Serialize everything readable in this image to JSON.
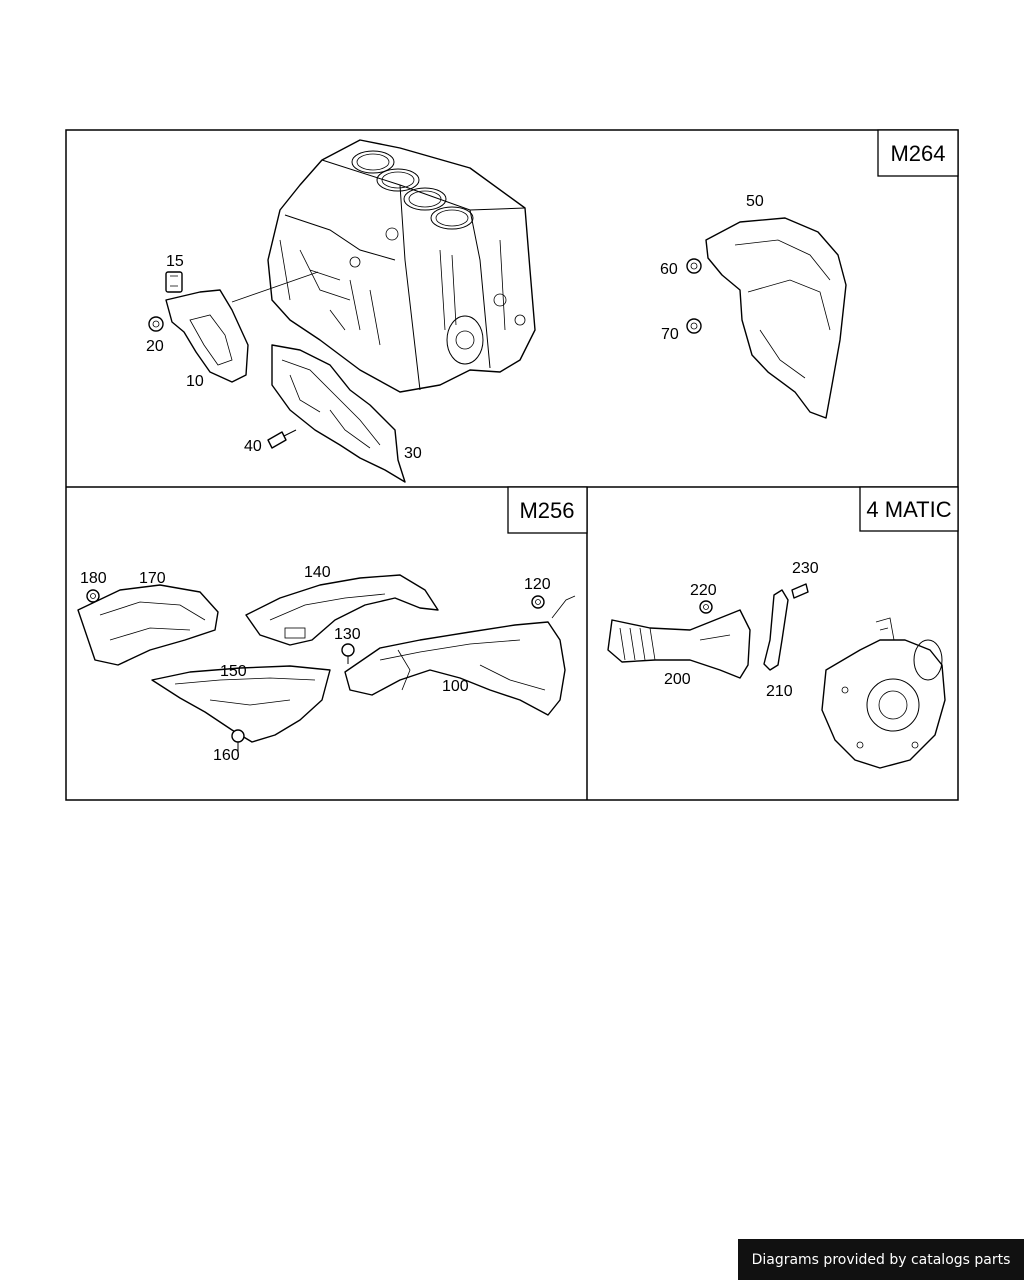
{
  "sections": {
    "m264": "M264",
    "m256": "M256",
    "matic": "4 MATIC"
  },
  "parts": {
    "p10": "10",
    "p15": "15",
    "p20": "20",
    "p30": "30",
    "p40": "40",
    "p50": "50",
    "p60": "60",
    "p70": "70",
    "p100": "100",
    "p120": "120",
    "p130": "130",
    "p140": "140",
    "p150": "150",
    "p160": "160",
    "p170": "170",
    "p180": "180",
    "p200": "200",
    "p210": "210",
    "p220": "220",
    "p230": "230"
  },
  "footer": {
    "credit": "Diagrams provided by catalogs parts"
  }
}
